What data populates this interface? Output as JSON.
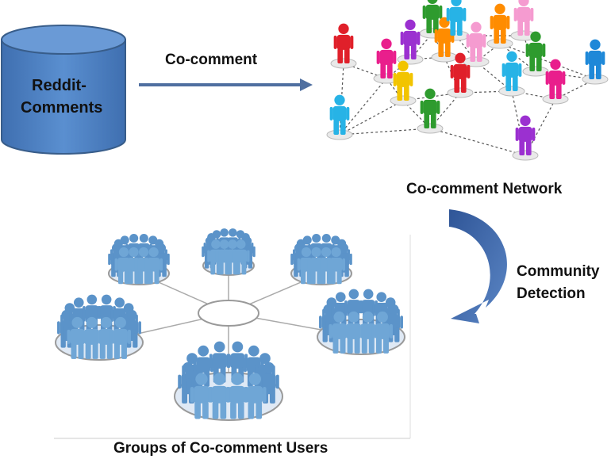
{
  "database": {
    "line1": "Reddit-",
    "line2": "Comments"
  },
  "arrow_top": {
    "label": "Co-comment"
  },
  "network": {
    "caption": "Co-comment Network"
  },
  "curved_arrow": {
    "line1": "Community",
    "line2": "Detection"
  },
  "groups": {
    "caption": "Groups of Co-comment  Users"
  },
  "colors": {
    "cylinder": "#4f81bd",
    "cylinder_edge": "#385d8a",
    "arrow": "#4f6fa0",
    "people_palette": [
      "#e0202a",
      "#e91e8c",
      "#f2c400",
      "#2e9b2e",
      "#ff8c00",
      "#9b30d0",
      "#27b3e6",
      "#f59bd0",
      "#1e88d8"
    ],
    "group_people": "#5b93c9"
  },
  "icons": [
    "database-cylinder-icon",
    "right-arrow-icon",
    "social-network-icon",
    "curved-arrow-icon",
    "user-groups-icon"
  ]
}
